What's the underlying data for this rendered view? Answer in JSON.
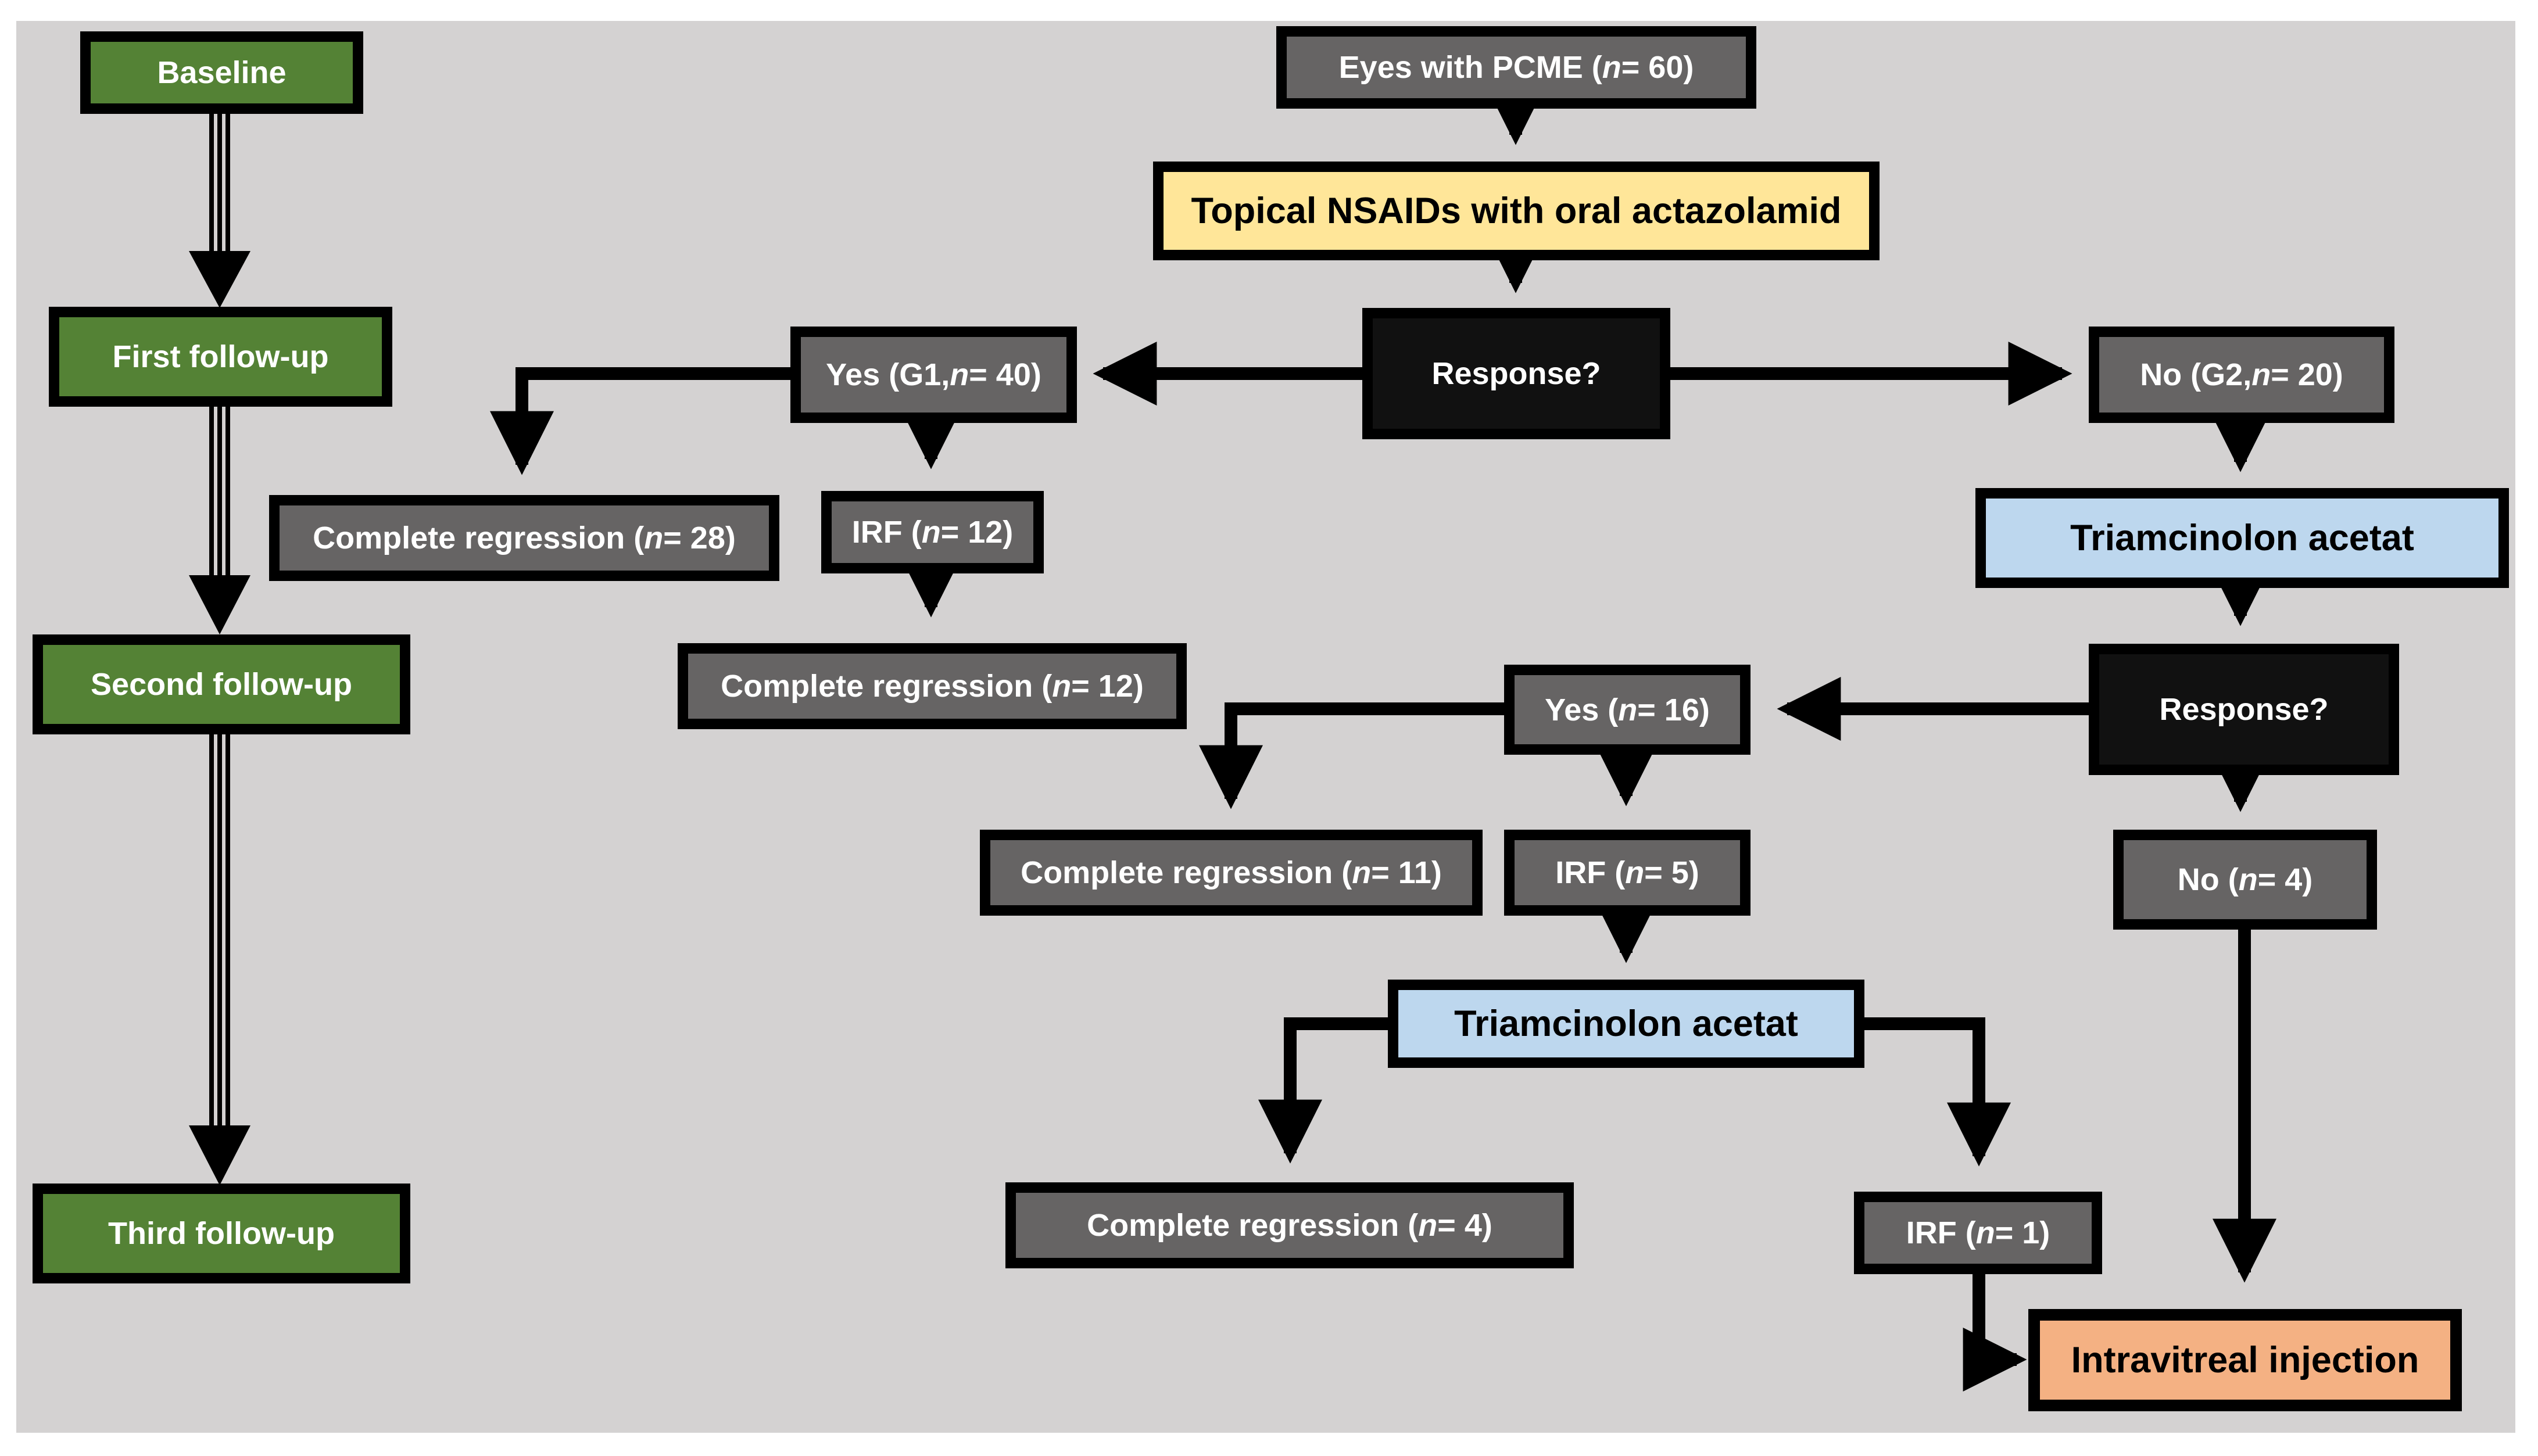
{
  "colors": {
    "timeline": "#548235",
    "outcome": "#666464",
    "decision": "#111111",
    "treatment_nsaid": "#ffe699",
    "treatment_triamcinolon": "#bdd7ee",
    "injection": "#f4b183",
    "background": "#d4d2d2"
  },
  "timeline": {
    "baseline": "Baseline",
    "first": "First follow-up",
    "second": "Second follow-up",
    "third": "Third follow-up"
  },
  "nodes": {
    "eyes_pre": "Eyes with PCME (",
    "eyes_n": "n",
    "eyes_post": " = 60)",
    "nsaid": "Topical NSAIDs with oral actazolamid",
    "response1": "Response?",
    "yes_g1_pre": "Yes (G1, ",
    "yes_g1_n": "n",
    "yes_g1_post": " = 40)",
    "no_g2_pre": "No (G2, ",
    "no_g2_n": "n",
    "no_g2_post": " = 20)",
    "cr28_pre": "Complete regression (",
    "cr28_n": "n",
    "cr28_post": " = 28)",
    "irf12_pre": "IRF (",
    "irf12_n": "n",
    "irf12_post": " = 12)",
    "cr12_pre": "Complete regression (",
    "cr12_n": "n",
    "cr12_post": " = 12)",
    "triam1": "Triamcinolon acetat",
    "response2": "Response?",
    "yes16_pre": "Yes (",
    "yes16_n": "n",
    "yes16_post": " = 16)",
    "no4_pre": "No (",
    "no4_n": "n",
    "no4_post": " = 4)",
    "cr11_pre": "Complete regression (",
    "cr11_n": "n",
    "cr11_post": " = 11)",
    "irf5_pre": "IRF (",
    "irf5_n": "n",
    "irf5_post": " = 5)",
    "triam2": "Triamcinolon acetat",
    "cr4_pre": "Complete regression (",
    "cr4_n": "n",
    "cr4_post": " = 4)",
    "irf1_pre": "IRF (",
    "irf1_n": "n",
    "irf1_post": " = 1)",
    "injection": "Intravitreal injection"
  }
}
